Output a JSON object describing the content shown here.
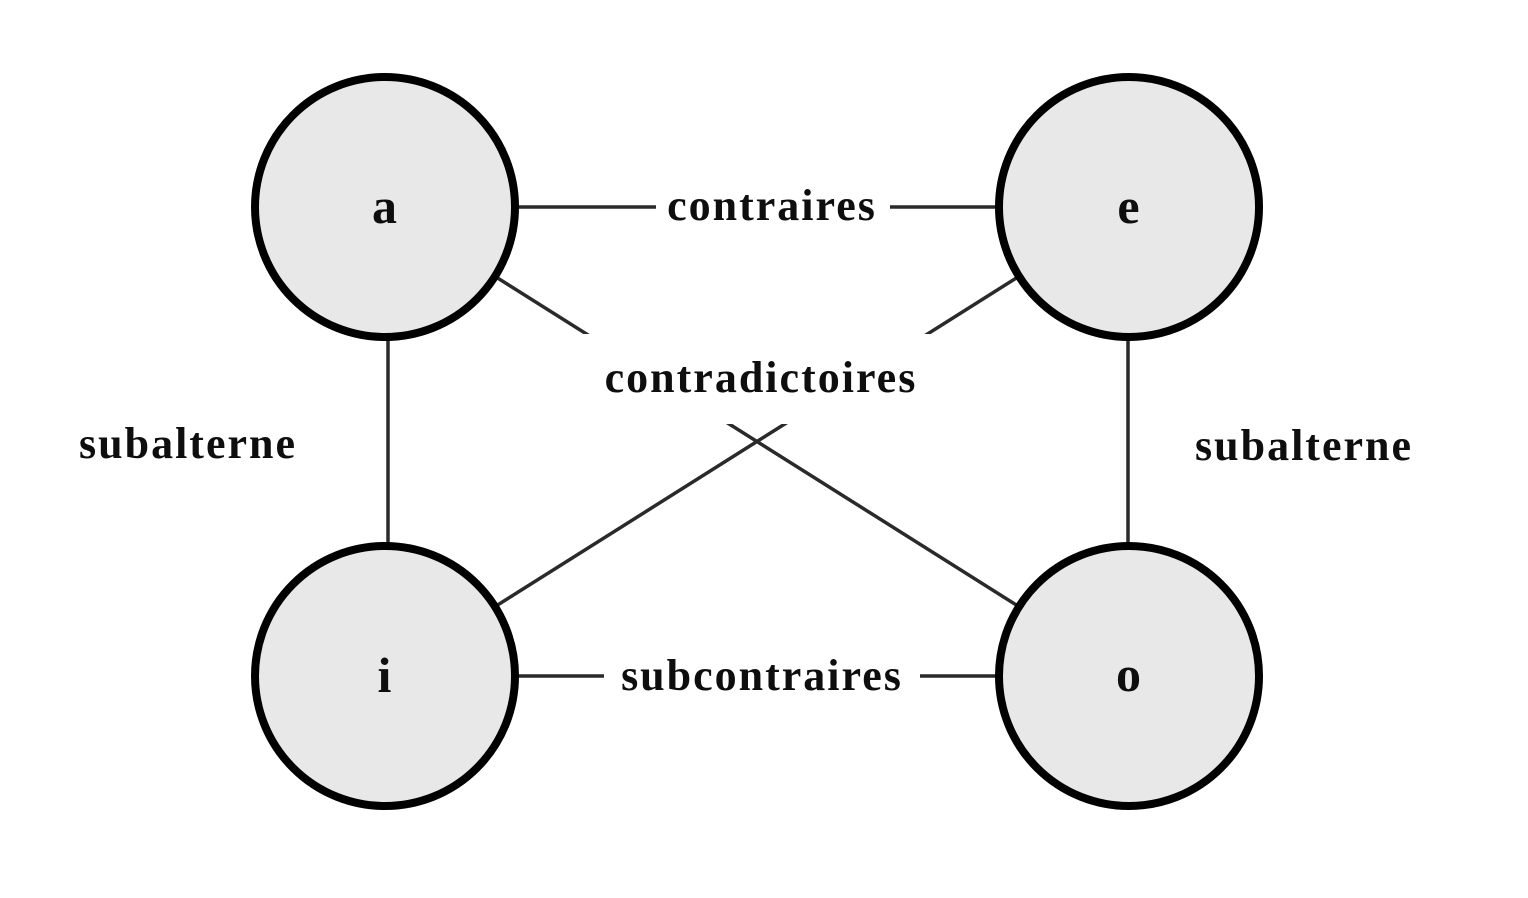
{
  "diagram": {
    "kind": "square-of-opposition",
    "nodes": [
      {
        "id": "a",
        "label": "a",
        "position": "top-left"
      },
      {
        "id": "e",
        "label": "e",
        "position": "top-right"
      },
      {
        "id": "i",
        "label": "i",
        "position": "bottom-left"
      },
      {
        "id": "o",
        "label": "o",
        "position": "bottom-right"
      }
    ],
    "edge_labels": {
      "top": "contraires",
      "diagonals": "contradictoires",
      "left": "subalterne",
      "right": "subalterne",
      "bottom": "subcontraires"
    },
    "edges": [
      {
        "from": "a",
        "to": "e",
        "label": "contraires"
      },
      {
        "from": "a",
        "to": "o",
        "label": "contradictoires"
      },
      {
        "from": "e",
        "to": "i",
        "label": "contradictoires"
      },
      {
        "from": "a",
        "to": "i",
        "label": "subalterne"
      },
      {
        "from": "e",
        "to": "o",
        "label": "subalterne"
      },
      {
        "from": "i",
        "to": "o",
        "label": "subcontraires"
      }
    ],
    "colors": {
      "node_fill": "#e8e8e8",
      "node_stroke": "#000000",
      "edge_line": "#2a2a2a",
      "text": "#0e0e0e",
      "background": "#ffffff"
    }
  }
}
